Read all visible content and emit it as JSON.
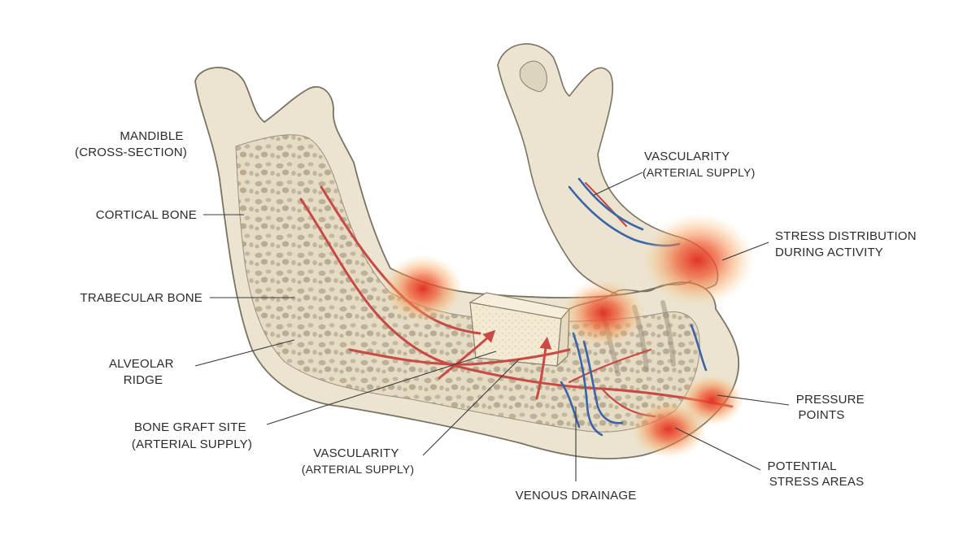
{
  "labels": {
    "mandible": [
      "MANDIBLE",
      "(CROSS-SECTION)"
    ],
    "cortical_bone": [
      "CORTICAL BONE"
    ],
    "trabecular_bone": [
      "TRABECULAR BONE"
    ],
    "alveolar_ridge": [
      "ALVEOLAR",
      "RIDGE"
    ],
    "bone_graft_site": [
      "BONE GRAFT SITE",
      "(ARTERIAL SUPPLY)"
    ],
    "vascularity_lower": [
      "VASCULARITY",
      "(ARTERIAL SUPPLY)"
    ],
    "venous_drainage": [
      "VENOUS DRAINAGE"
    ],
    "vascularity_upper": [
      "VASCULARITY",
      "(ARTERIAL SUPPLY)"
    ],
    "stress_distribution": [
      "STRESS DISTRIBUTION",
      "DURING ACTIVITY"
    ],
    "pressure_points": [
      "PRESSURE",
      "POINTS"
    ],
    "potential_stress": [
      "POTENTIAL",
      "STRESS AREAS"
    ]
  },
  "colors": {
    "bone_fill": "#e9e2cf",
    "bone_outline": "#7a7262",
    "trabecular": "#b9ae98",
    "artery": "#c94a45",
    "vein": "#3a64a8",
    "stress_hot": "#e8342a",
    "stress_warm": "#f6a25a",
    "graft": "#f1e7cf"
  }
}
